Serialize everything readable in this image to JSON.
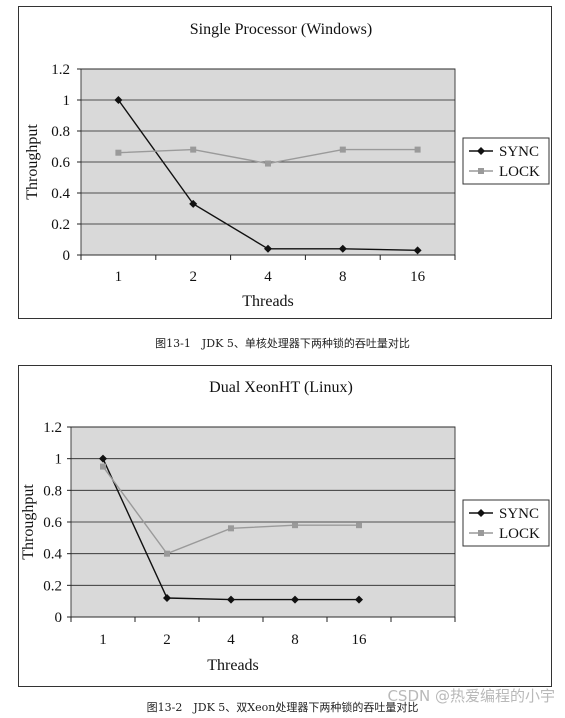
{
  "chart_data": [
    {
      "type": "line",
      "title": "Single Processor (Windows)",
      "xlabel": "Threads",
      "ylabel": "Throughput",
      "categories": [
        "1",
        "2",
        "4",
        "8",
        "16"
      ],
      "ylim": [
        0,
        1.2
      ],
      "yticks": [
        "0",
        "0.2",
        "0.4",
        "0.6",
        "0.8",
        "1",
        "1.2"
      ],
      "grid": true,
      "legend": "right",
      "series": [
        {
          "name": "SYNC",
          "values": [
            1.0,
            0.33,
            0.04,
            0.04,
            0.03
          ],
          "color": "#111111",
          "marker": "diamond"
        },
        {
          "name": "LOCK",
          "values": [
            0.66,
            0.68,
            0.59,
            0.68,
            0.68
          ],
          "color": "#9a9a9a",
          "marker": "square"
        }
      ]
    },
    {
      "type": "line",
      "title": "Dual XeonHT (Linux)",
      "xlabel": "Threads",
      "ylabel": "Throughput",
      "categories": [
        "1",
        "2",
        "4",
        "8",
        "16"
      ],
      "ylim": [
        0,
        1.2
      ],
      "yticks": [
        "0",
        "0.2",
        "0.4",
        "0.6",
        "0.8",
        "1",
        "1.2"
      ],
      "grid": true,
      "legend": "right",
      "series": [
        {
          "name": "SYNC",
          "values": [
            1.0,
            0.12,
            0.11,
            0.11,
            0.11
          ],
          "color": "#111111",
          "marker": "diamond"
        },
        {
          "name": "LOCK",
          "values": [
            0.95,
            0.4,
            0.56,
            0.58,
            0.58
          ],
          "color": "#9a9a9a",
          "marker": "square"
        }
      ]
    }
  ],
  "captions": {
    "fig1": "图13-1　JDK 5、单核处理器下两种锁的吞吐量对比",
    "fig2": "图13-2　JDK 5、双Xeon处理器下两种锁的吞吐量对比"
  },
  "watermark": "CSDN @热爱编程的小宇",
  "colors": {
    "plot_bg": "#d9d9d9",
    "grid": "#222222"
  }
}
